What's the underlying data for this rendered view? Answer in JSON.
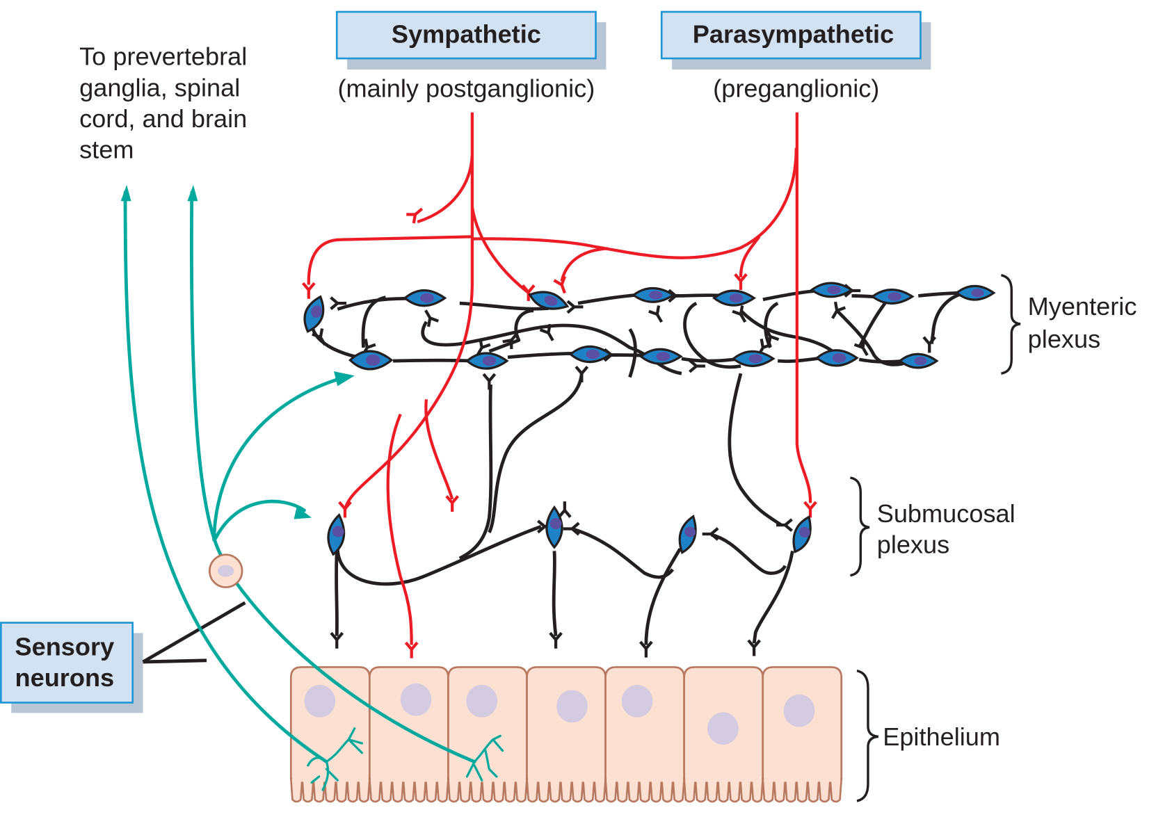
{
  "title": "Neural control of the gut wall",
  "colors": {
    "sympathetic": "#ed1c24",
    "enteric_neuron": "#1f82c7",
    "neuron_nucleus": "#5a4fa3",
    "sensory": "#00a99d",
    "epithelial_cell": "#fce1d2",
    "label_box": "#d3e2f3",
    "label_box_border": "#1e96d6"
  },
  "headers": {
    "sympathetic": {
      "label": "Sympathetic",
      "sub": "(mainly postganglionic)"
    },
    "parasympathetic": {
      "label": "Parasympathetic",
      "sub": "(preganglionic)"
    }
  },
  "cns_label": {
    "lines": [
      "To prevertebral",
      "ganglia, spinal",
      "cord, and brain",
      "stem"
    ]
  },
  "sensory_box": {
    "lines": [
      "Sensory",
      "neurons"
    ]
  },
  "layers": {
    "myenteric": {
      "lines": [
        "Myenteric",
        "plexus"
      ]
    },
    "submucosal": {
      "lines": [
        "Submucosal",
        "plexus"
      ]
    },
    "epithelium": {
      "label": "Epithelium"
    }
  },
  "epithelium": {
    "cell_count": 7,
    "villi_per_cell": 7
  }
}
